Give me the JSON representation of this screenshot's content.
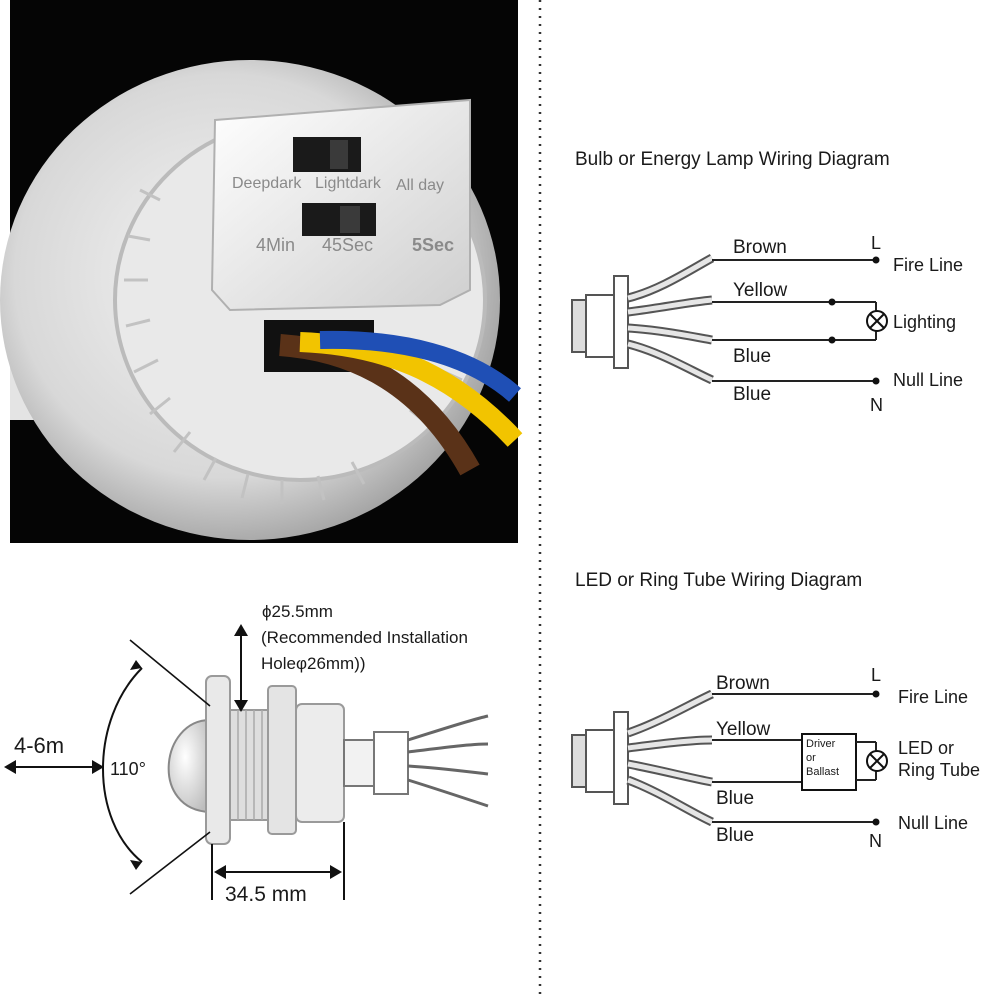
{
  "photo": {
    "switch_top_labels": [
      "Deepdark",
      "Lightdark",
      "All day"
    ],
    "switch_bottom_labels": [
      "4Min",
      "45Sec",
      "5Sec"
    ]
  },
  "diagram1": {
    "title": "Bulb or Energy Lamp Wiring Diagram",
    "wires": [
      "Brown",
      "Yellow",
      "Blue",
      "Blue"
    ],
    "terminal_L": "L",
    "terminal_N": "N",
    "fire_line": "Fire Line",
    "lighting": "Lighting",
    "null_line": "Null Line"
  },
  "diagram2": {
    "title": "LED or Ring Tube Wiring Diagram",
    "wires": [
      "Brown",
      "Yellow",
      "Blue",
      "Blue"
    ],
    "terminal_L": "L",
    "terminal_N": "N",
    "fire_line": "Fire Line",
    "driver_lines": [
      "Driver",
      "or",
      "Ballast"
    ],
    "led_lines": [
      "LED or",
      "Ring Tube"
    ],
    "null_line": "Null Line"
  },
  "dimensions": {
    "hole_line1": "ϕ25.5mm",
    "hole_line2": "(Recommended Installation",
    "hole_line3": "Holeφ26mm))",
    "range": "4-6m",
    "angle": "110°",
    "length": "34.5 mm"
  },
  "colors": {
    "photo_bg": "#050505",
    "wire_brown": "#5a3218",
    "wire_yellow": "#f2c400",
    "wire_blue": "#1f4fb5",
    "dotted_divider": "#333333"
  }
}
